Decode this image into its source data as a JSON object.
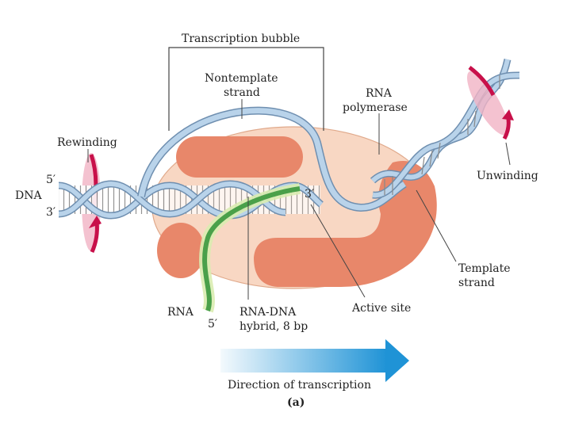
{
  "labels": {
    "transcription_bubble": "Transcription bubble",
    "nontemplate_strand_line1": "Nontemplate",
    "nontemplate_strand_line2": "strand",
    "rna_polymerase_line1": "RNA",
    "rna_polymerase_line2": "polymerase",
    "rewinding": "Rewinding",
    "unwinding": "Unwinding",
    "dna": "DNA",
    "dna_5prime": "5′",
    "dna_3prime": "3′",
    "rna_3prime": "3′",
    "template_strand_line1": "Template",
    "template_strand_line2": "strand",
    "rna": "RNA",
    "rna_5prime": "5′",
    "hybrid_line1": "RNA-DNA",
    "hybrid_line2": "hybrid, 8 bp",
    "active_site": "Active site",
    "direction": "Direction of transcription",
    "panel": "(a)"
  },
  "colors": {
    "enzyme_light": "#f8d7c3",
    "enzyme_dark": "#e8876a",
    "dna_strand": "#b9d3ea",
    "dna_strand_edge": "#6f8fb0",
    "rna_green": "#4aa04a",
    "hybrid_light": "#d9ecb0",
    "rotation_arrow": "#c8104a",
    "direction_arrow": "#1f93d6"
  }
}
